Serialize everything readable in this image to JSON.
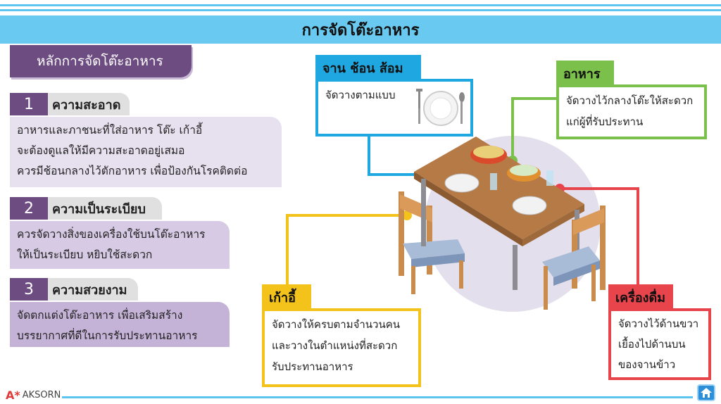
{
  "page": {
    "title": "การจัดโต๊ะอาหาร"
  },
  "section": {
    "heading": "หลักการจัดโต๊ะอาหาร"
  },
  "principles": [
    {
      "number": "1",
      "title": "ความสะอาด",
      "lines": [
        "อาหารและภาชนะที่ใส่อาหาร โต๊ะ เก้าอี้",
        "จะต้องดูแลให้มีความสะอาดอยู่เสมอ",
        "ควรมีช้อนกลางไว้ตักอาหาร เพื่อป้องกันโรคติดต่อ"
      ]
    },
    {
      "number": "2",
      "title": "ความเป็นระเบียบ",
      "lines": [
        "ควรจัดวางสิ่งของเครื่องใช้บนโต๊ะอาหาร",
        "ให้เป็นระเบียบ หยิบใช้สะดวก"
      ]
    },
    {
      "number": "3",
      "title": "ความสวยงาม",
      "lines": [
        "จัดตกแต่งโต๊ะอาหาร เพื่อเสริมสร้าง",
        "บรรยากาศที่ดีในการรับประทานอาหาร"
      ]
    }
  ],
  "callouts": {
    "tableware": {
      "title": "จาน ช้อน ส้อม",
      "text": "จัดวางตามแบบ",
      "color": "#1ea7e1"
    },
    "food": {
      "title": "อาหาร",
      "lines": [
        "จัดวางไว้กลางโต๊ะให้สะดวก",
        "แก่ผู้ที่รับประทาน"
      ],
      "color": "#7bc04a"
    },
    "chair": {
      "title": "เก้าอี้",
      "lines": [
        "จัดวางให้ครบตามจำนวนคน",
        "และวางในตำแหน่งที่สะดวก",
        "รับประทานอาหาร"
      ],
      "color": "#f3c21b"
    },
    "drink": {
      "title": "เครื่องดื่ม",
      "lines": [
        "จัดวางไว้ด้านขวา",
        "เยื้องไปด้านบน",
        "ของจานข้าว"
      ],
      "color": "#e8444c"
    }
  },
  "footer": {
    "brand": "AKSORN",
    "home_icon": "home-icon"
  }
}
